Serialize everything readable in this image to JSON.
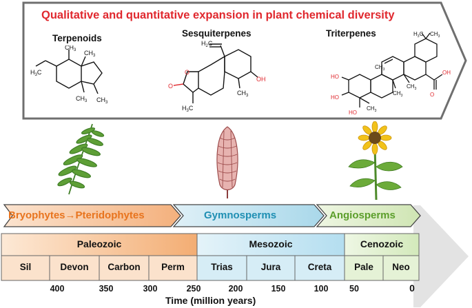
{
  "banner": {
    "title": "Qualitative and quantitative expansion in plant chemical diversity",
    "molecules": [
      {
        "label": "Terpenoids"
      },
      {
        "label": "Sesquiterpenes"
      },
      {
        "label": "Triterpenes"
      }
    ]
  },
  "plant_groups": [
    {
      "label": "Bryophytes→Pteridophytes",
      "color": "#f6c9a2",
      "text_color": "#e8741e"
    },
    {
      "label": "Gymnosperms",
      "color": "#bfe1ee",
      "text_color": "#1f8fb3"
    },
    {
      "label": "Angiosperms",
      "color": "#dcebc6",
      "text_color": "#5b9e2a"
    }
  ],
  "eras": [
    {
      "label": "Paleozoic"
    },
    {
      "label": "Mesozoic"
    },
    {
      "label": "Cenozoic"
    }
  ],
  "periods": [
    {
      "label": "Sil"
    },
    {
      "label": "Devon"
    },
    {
      "label": "Carbon"
    },
    {
      "label": "Perm"
    },
    {
      "label": "Trias"
    },
    {
      "label": "Jura"
    },
    {
      "label": "Creta"
    },
    {
      "label": "Pale"
    },
    {
      "label": "Neo"
    }
  ],
  "time_axis": {
    "ticks": [
      "400",
      "350",
      "300",
      "250",
      "200",
      "150",
      "100",
      "50",
      "0"
    ],
    "title": "Time (million years)"
  },
  "colors": {
    "title_red": "#e0282e",
    "paleozoic": "#f6c9a2",
    "mesozoic": "#bfe1ee",
    "cenozoic": "#dcebc6",
    "oxygen_red": "#e0282e"
  },
  "illustrations": [
    "fern-illustration",
    "cone-illustration",
    "sunflower-illustration"
  ]
}
